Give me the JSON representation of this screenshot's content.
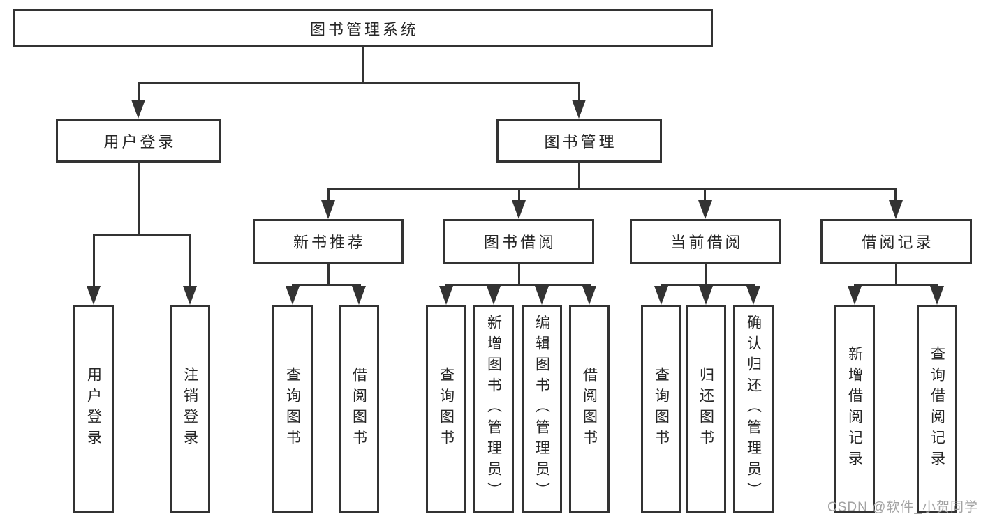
{
  "diagram": {
    "title_node": "图书管理系统",
    "level2": [
      "用户登录",
      "图书管理"
    ],
    "level3": [
      "新书推荐",
      "图书借阅",
      "当前借阅",
      "借阅记录"
    ],
    "leaves_user_login": [
      "用户登录",
      "注销登录"
    ],
    "leaves_new_book": [
      "查询图书",
      "借阅图书"
    ],
    "leaves_book_borrow": [
      "查询图书",
      "新增图书（管理员）",
      "编辑图书（管理员）",
      "借阅图书"
    ],
    "leaves_current_borrow": [
      "查询图书",
      "归还图书",
      "确认归还（管理员）"
    ],
    "leaves_borrow_record": [
      "新增借阅记录",
      "查询借阅记录"
    ]
  },
  "watermark": {
    "text": "CSDN @软件_小贺同学",
    "color": "#a3a3a3"
  },
  "colors": {
    "line": "#333333",
    "box_border": "#333333",
    "text": "#262626",
    "background": "#ffffff"
  }
}
